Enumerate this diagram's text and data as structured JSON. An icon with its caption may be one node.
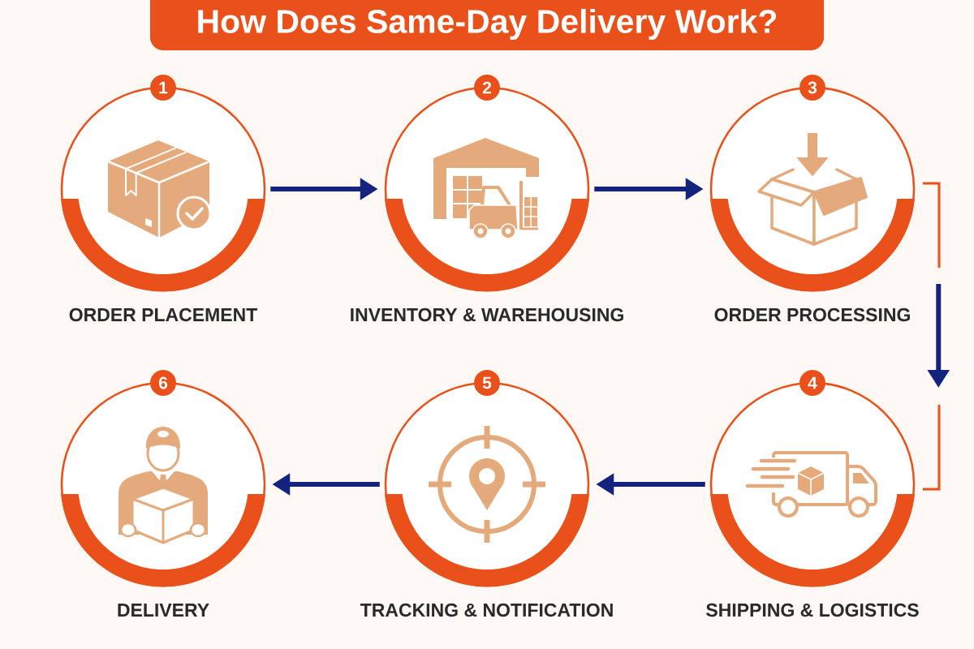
{
  "diagram": {
    "title": "How Does Same-Day Delivery Work?",
    "nodes": [
      {
        "text": [
          "ORDER PLACEMENT"
        ],
        "beside": [
          "1"
        ]
      },
      {
        "text": [
          "INVENTORY & WAREHOUSING"
        ],
        "beside": [
          "2"
        ]
      },
      {
        "text": [
          "ORDER PROCESSING"
        ],
        "beside": [
          "3"
        ]
      },
      {
        "text": [
          "SHIPPING & LOGISTICS"
        ],
        "beside": [
          "4"
        ]
      },
      {
        "text": [
          "TRACKING & NOTIFICATION"
        ],
        "beside": [
          "5"
        ]
      },
      {
        "text": [
          "DELIVERY"
        ],
        "beside": [
          "6"
        ]
      }
    ],
    "edges": [
      {
        "from": 0,
        "to": 1,
        "arrow": "to"
      },
      {
        "from": 1,
        "to": 2,
        "arrow": "to"
      },
      {
        "from": 2,
        "to": 3,
        "arrow": "to"
      },
      {
        "from": 3,
        "to": 4,
        "arrow": "to"
      },
      {
        "from": 4,
        "to": 5,
        "arrow": "to"
      }
    ]
  }
}
